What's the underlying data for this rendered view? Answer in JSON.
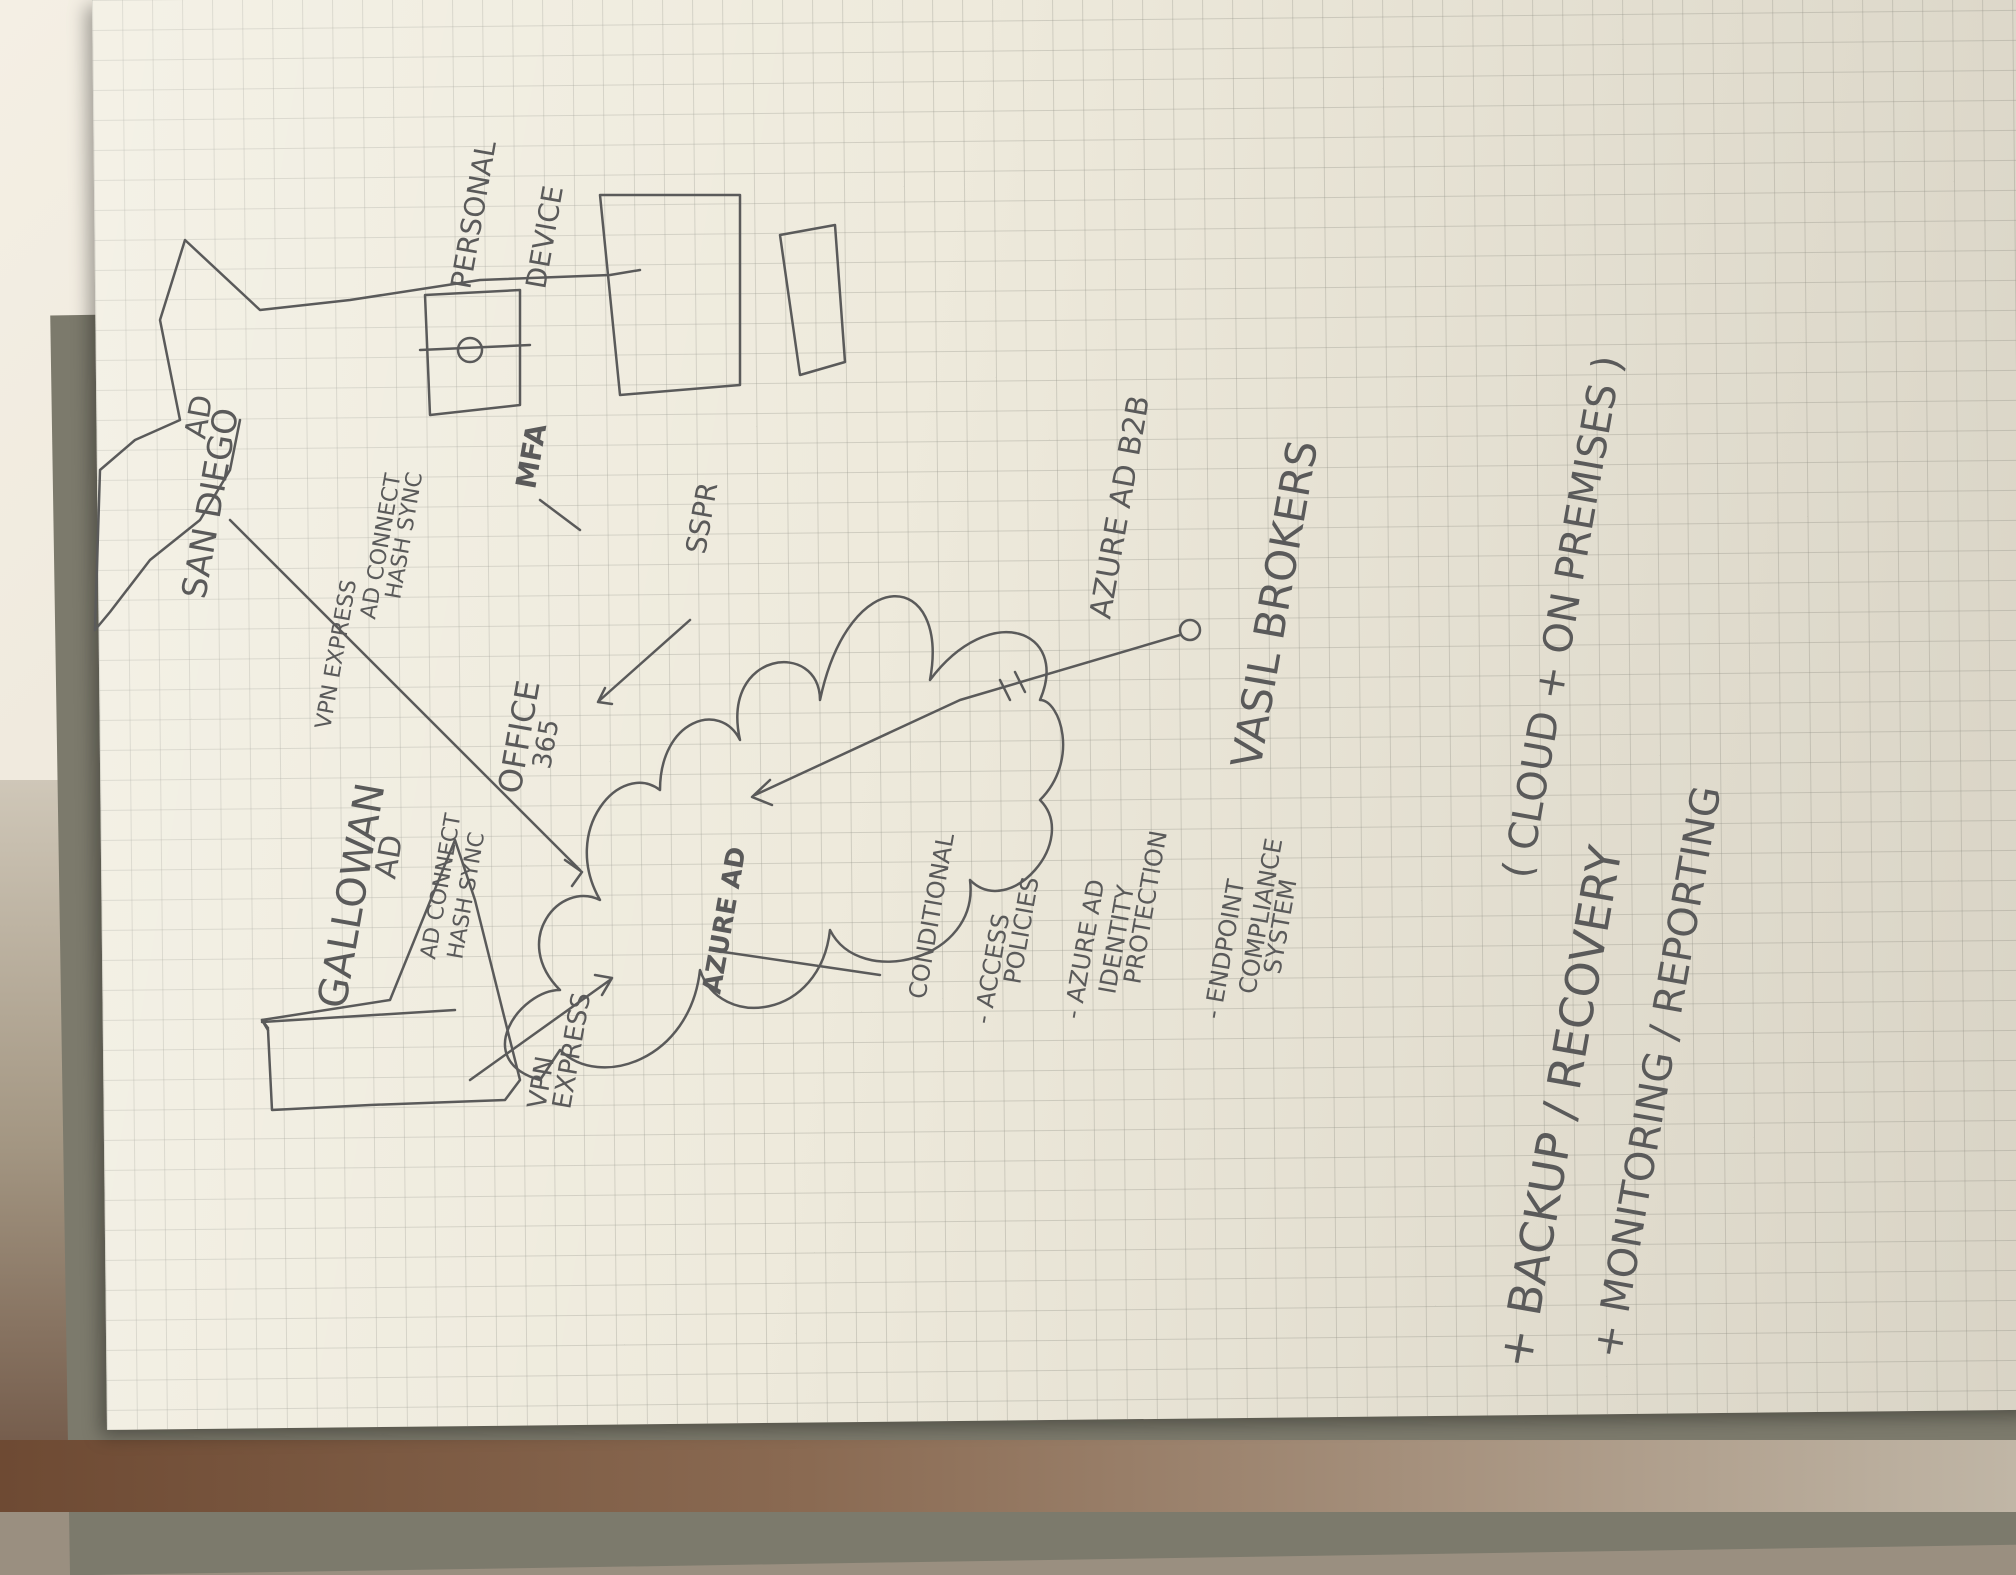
{
  "sketch": {
    "labels": {
      "gallowan": "GALLOWAN",
      "ad_left": "AD",
      "ad_connect_hash_sync_left_1": "AD CONNECT",
      "ad_connect_hash_sync_left_2": "HASH SYNC",
      "vpn_express_left_1": "VPN",
      "vpn_express_left_2": "EXPRESS",
      "azure_ad": "AZURE AD",
      "office365_1": "OFFICE",
      "office365_2": "365",
      "san_diego": "SAN DIEGO",
      "ad_right": "AD",
      "vpn_express_right": "VPN EXPRESS",
      "ad_connect_hash_sync_right_1": "AD CONNECT",
      "ad_connect_hash_sync_right_2": "HASH SYNC",
      "mfa": "MFA",
      "personal_device_1": "PERSONAL",
      "personal_device_2": "DEVICE",
      "sspr": "SSPR",
      "azure_ad_b2b": "AZURE AD B2B",
      "vasil_brokers": "VASIL BROKERS",
      "conditional": "CONDITIONAL",
      "access": "- ACCESS",
      "policies": "POLICIES",
      "azure_ad_idp_1": "- AZURE AD",
      "azure_ad_idp_2": "IDENTITY",
      "azure_ad_idp_3": "PROTECTION",
      "endpoint_1": "- ENDPOINT",
      "endpoint_2": "COMPLIANCE",
      "endpoint_3": "SYSTEM",
      "backup": "+ BACKUP / RECOVERY",
      "cloud": "( CLOUD + ON PREMISES )",
      "monitoring": "+ MONITORING / REPORTING"
    },
    "pen_color": "#5a5a5a"
  }
}
